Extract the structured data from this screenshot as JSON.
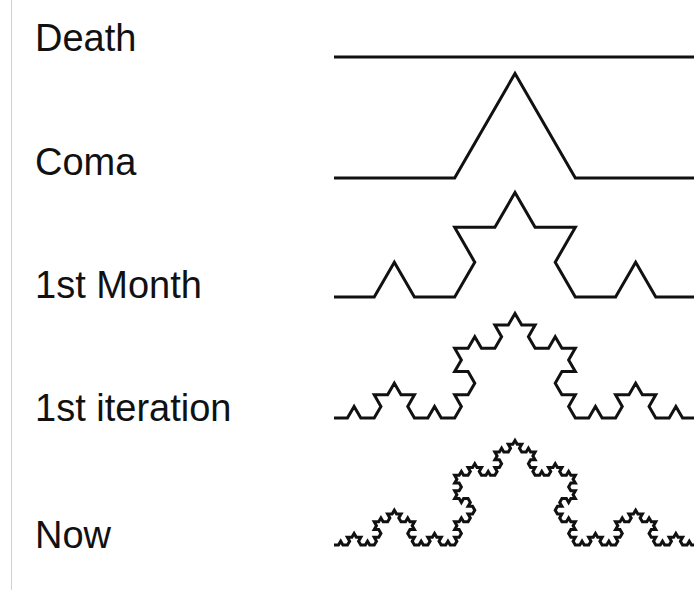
{
  "diagram": {
    "labels": [
      "Death",
      "Coma",
      "1st Month",
      "1st iteration",
      "Now"
    ]
  }
}
